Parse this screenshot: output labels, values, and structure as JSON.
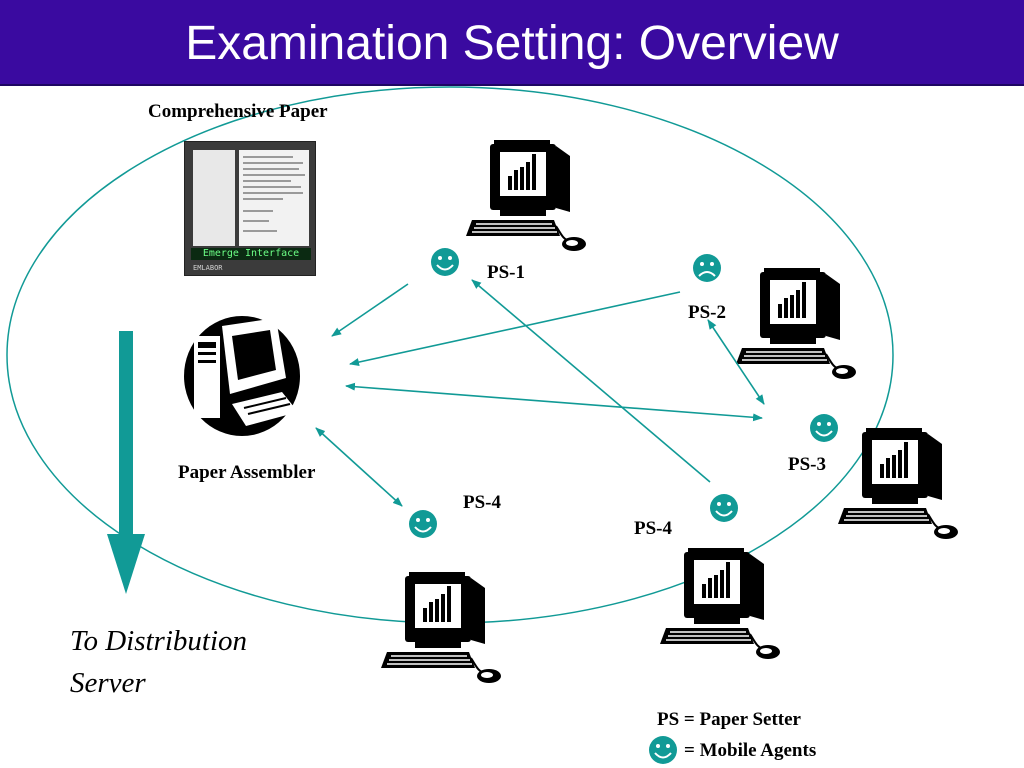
{
  "title": "Examination Setting: Overview",
  "labels": {
    "comprehensive_paper": "Comprehensive Paper",
    "paper_assembler": "Paper Assembler",
    "ps1": "PS-1",
    "ps2": "PS-2",
    "ps3": "PS-3",
    "ps4_left": "PS-4",
    "ps4_right": "PS-4",
    "to_distribution_line1": "To Distribution",
    "to_distribution_line2": "Server",
    "legend_ps": "PS = Paper Setter",
    "legend_agents": "= Mobile Agents"
  },
  "thumbnail": {
    "banner": "Emerge Interface",
    "footer": "EMLABOR"
  },
  "colors": {
    "header_bg": "#3a0aa0",
    "teal": "#119a96"
  },
  "icons": {
    "paper_setter_terminal": "computer-terminal-icon",
    "assembler": "computer-workstation-icon",
    "agent_happy": "smiley-face-icon",
    "agent_sad": "frowning-face-icon",
    "document": "document-screenshot-icon"
  }
}
